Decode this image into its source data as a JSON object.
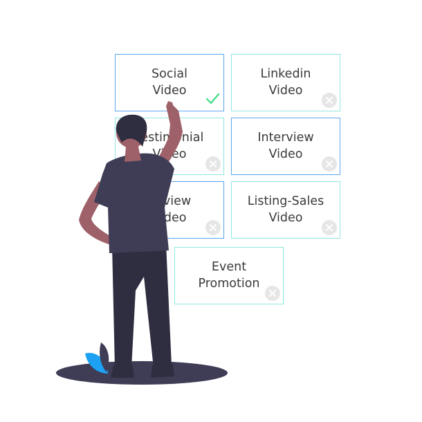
{
  "colors": {
    "border_blue": "#5aa5ee",
    "border_teal": "#8ee6df",
    "shirt": "#3f3d56",
    "skin": "#9e616a",
    "pants": "#2f2e41",
    "shadow": "#3f3d56",
    "leaf": "#1da1f2",
    "check": "#3ddc84",
    "badge": "#e6e6e6"
  },
  "cards": [
    {
      "id": "social",
      "label": "Social\nVideo",
      "status": "selected",
      "border": "#5aa5ee",
      "selected_icon": "check-icon"
    },
    {
      "id": "linkedin",
      "label": "Linkedin\nVideo",
      "status": "unselected",
      "border": "#8ee6df",
      "selected_icon": "close-circle-icon"
    },
    {
      "id": "testimonial",
      "label": "Testimonial\nVideo",
      "status": "unselected",
      "border": "#8ee6df",
      "selected_icon": "close-circle-icon"
    },
    {
      "id": "interview",
      "label": "Interview\nVideo",
      "status": "unselected",
      "border": "#5aa5ee",
      "selected_icon": "close-circle-icon"
    },
    {
      "id": "review",
      "label": "Review\nVideo",
      "status": "unselected",
      "border": "#5aa5ee",
      "selected_icon": "close-circle-icon"
    },
    {
      "id": "listing-sales",
      "label": "Listing-Sales\nVideo",
      "status": "unselected",
      "border": "#8ee6df",
      "selected_icon": "close-circle-icon"
    },
    {
      "id": "event-promotion",
      "label": "Event\nPromotion",
      "status": "unselected",
      "border": "#8ee6df",
      "selected_icon": "close-circle-icon"
    }
  ]
}
